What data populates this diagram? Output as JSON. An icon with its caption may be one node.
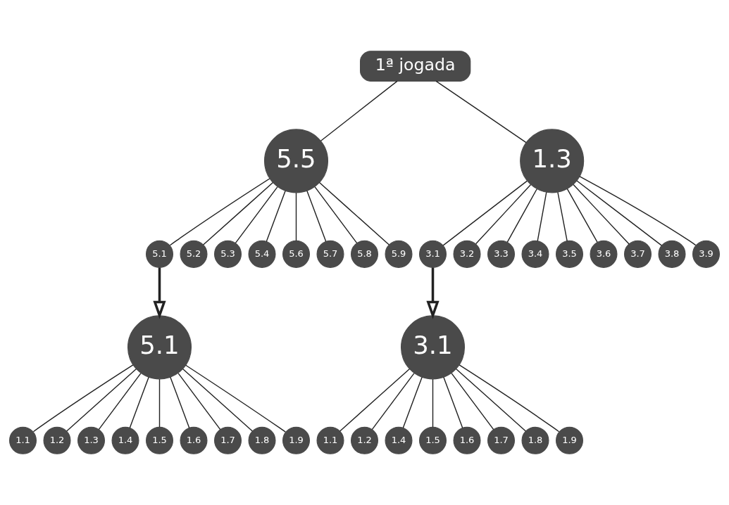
{
  "diagram": {
    "nodes": [
      {
        "text": [
          "1ª jogada"
        ]
      },
      {
        "text": [
          "5.5"
        ]
      },
      {
        "text": [
          "1.3"
        ]
      },
      {
        "text": [
          "5.1"
        ]
      },
      {
        "text": [
          "5.2"
        ]
      },
      {
        "text": [
          "5.3"
        ]
      },
      {
        "text": [
          "5.4"
        ]
      },
      {
        "text": [
          "5.6"
        ]
      },
      {
        "text": [
          "5.7"
        ]
      },
      {
        "text": [
          "5.8"
        ]
      },
      {
        "text": [
          "5.9"
        ]
      },
      {
        "text": [
          "3.1"
        ]
      },
      {
        "text": [
          "3.2"
        ]
      },
      {
        "text": [
          "3.3"
        ]
      },
      {
        "text": [
          "3.4"
        ]
      },
      {
        "text": [
          "3.5"
        ]
      },
      {
        "text": [
          "3.6"
        ]
      },
      {
        "text": [
          "3.7"
        ]
      },
      {
        "text": [
          "3.8"
        ]
      },
      {
        "text": [
          "3.9"
        ]
      },
      {
        "text": [
          "5.1"
        ]
      },
      {
        "text": [
          "3.1"
        ]
      },
      {
        "text": [
          "1.1"
        ]
      },
      {
        "text": [
          "1.2"
        ]
      },
      {
        "text": [
          "1.3"
        ]
      },
      {
        "text": [
          "1.4"
        ]
      },
      {
        "text": [
          "1.5"
        ]
      },
      {
        "text": [
          "1.6"
        ]
      },
      {
        "text": [
          "1.7"
        ]
      },
      {
        "text": [
          "1.8"
        ]
      },
      {
        "text": [
          "1.9"
        ]
      },
      {
        "text": [
          "1.1"
        ]
      },
      {
        "text": [
          "1.2"
        ]
      },
      {
        "text": [
          "1.4"
        ]
      },
      {
        "text": [
          "1.5"
        ]
      },
      {
        "text": [
          "1.6"
        ]
      },
      {
        "text": [
          "1.7"
        ]
      },
      {
        "text": [
          "1.8"
        ]
      },
      {
        "text": [
          "1.9"
        ]
      }
    ],
    "edges": [
      {
        "from": 0,
        "to": 1,
        "arrow": "none"
      },
      {
        "from": 0,
        "to": 2,
        "arrow": "none"
      },
      {
        "from": 1,
        "to": 3,
        "arrow": "none"
      },
      {
        "from": 1,
        "to": 4,
        "arrow": "none"
      },
      {
        "from": 1,
        "to": 5,
        "arrow": "none"
      },
      {
        "from": 1,
        "to": 6,
        "arrow": "none"
      },
      {
        "from": 1,
        "to": 7,
        "arrow": "none"
      },
      {
        "from": 1,
        "to": 8,
        "arrow": "none"
      },
      {
        "from": 1,
        "to": 9,
        "arrow": "none"
      },
      {
        "from": 1,
        "to": 10,
        "arrow": "none"
      },
      {
        "from": 2,
        "to": 11,
        "arrow": "none"
      },
      {
        "from": 2,
        "to": 12,
        "arrow": "none"
      },
      {
        "from": 2,
        "to": 13,
        "arrow": "none"
      },
      {
        "from": 2,
        "to": 14,
        "arrow": "none"
      },
      {
        "from": 2,
        "to": 15,
        "arrow": "none"
      },
      {
        "from": 2,
        "to": 16,
        "arrow": "none"
      },
      {
        "from": 2,
        "to": 17,
        "arrow": "none"
      },
      {
        "from": 2,
        "to": 18,
        "arrow": "none"
      },
      {
        "from": 2,
        "to": 19,
        "arrow": "none"
      },
      {
        "from": 3,
        "to": 20,
        "arrow": "to",
        "style": "thick"
      },
      {
        "from": 11,
        "to": 21,
        "arrow": "to",
        "style": "thick"
      },
      {
        "from": 20,
        "to": 22,
        "arrow": "none"
      },
      {
        "from": 20,
        "to": 23,
        "arrow": "none"
      },
      {
        "from": 20,
        "to": 24,
        "arrow": "none"
      },
      {
        "from": 20,
        "to": 25,
        "arrow": "none"
      },
      {
        "from": 20,
        "to": 26,
        "arrow": "none"
      },
      {
        "from": 20,
        "to": 27,
        "arrow": "none"
      },
      {
        "from": 20,
        "to": 28,
        "arrow": "none"
      },
      {
        "from": 20,
        "to": 29,
        "arrow": "none"
      },
      {
        "from": 20,
        "to": 30,
        "arrow": "none"
      },
      {
        "from": 21,
        "to": 31,
        "arrow": "none"
      },
      {
        "from": 21,
        "to": 32,
        "arrow": "none"
      },
      {
        "from": 21,
        "to": 33,
        "arrow": "none"
      },
      {
        "from": 21,
        "to": 34,
        "arrow": "none"
      },
      {
        "from": 21,
        "to": 35,
        "arrow": "none"
      },
      {
        "from": 21,
        "to": 36,
        "arrow": "none"
      },
      {
        "from": 21,
        "to": 37,
        "arrow": "none"
      },
      {
        "from": 21,
        "to": 38,
        "arrow": "none"
      }
    ]
  }
}
